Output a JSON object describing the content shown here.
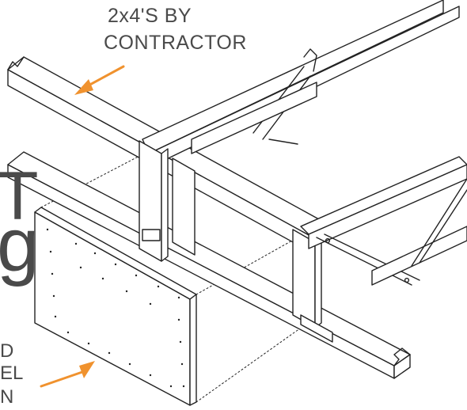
{
  "annotations": {
    "top_label_line1": "2x4'S BY",
    "top_label_line2": "CONTRACTOR"
  },
  "clipped_text": {
    "left_edge_letters": [
      "T",
      "g"
    ],
    "bottom_left_fragments": [
      "D",
      "EL",
      "N"
    ]
  },
  "colors": {
    "arrow": "#f0922e",
    "line": "#222222",
    "text": "#4a4a4a"
  }
}
